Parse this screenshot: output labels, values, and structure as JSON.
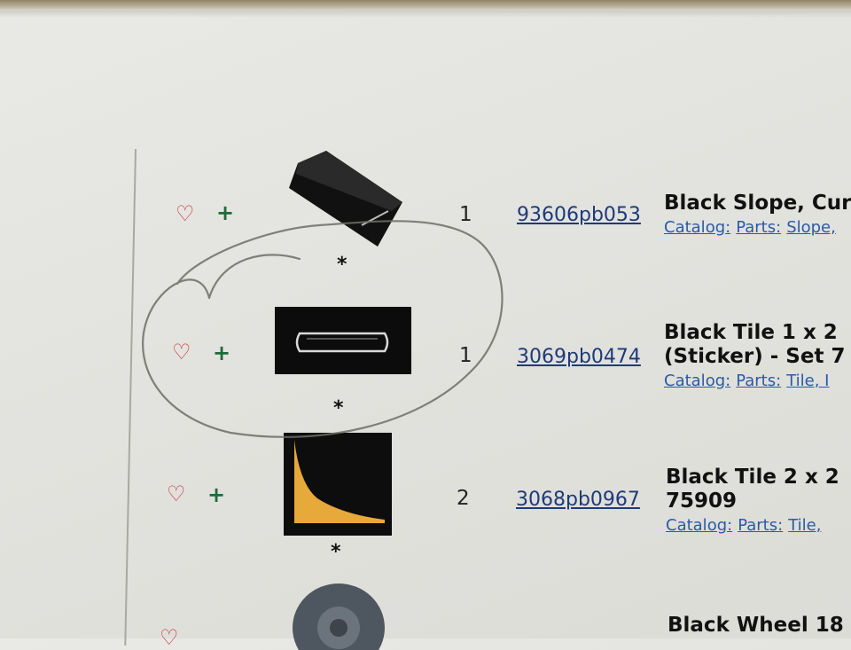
{
  "rows": [
    {
      "qty": "1",
      "part_number": "93606pb053",
      "desc_line1": "Black Slope, Cur",
      "desc_line2": "",
      "catalog": [
        "Catalog:",
        "Parts:",
        "Slope,"
      ],
      "star": "*"
    },
    {
      "qty": "1",
      "part_number": "3069pb0474",
      "desc_line1": "Black Tile 1 x 2",
      "desc_line2": "(Sticker) - Set 7",
      "catalog": [
        "Catalog:",
        "Parts:",
        "Tile, I"
      ],
      "star": "*"
    },
    {
      "qty": "2",
      "part_number": "3068pb0967",
      "desc_line1": "Black Tile 2 x 2",
      "desc_line2": "75909",
      "catalog": [
        "Catalog:",
        "Parts:",
        "Tile,"
      ],
      "star": "*"
    },
    {
      "qty": "",
      "part_number": "",
      "desc_line1": "Black Wheel 18",
      "desc_line2": "",
      "catalog": [],
      "star": ""
    }
  ],
  "icons": {
    "wishlist": "heart-outline-icon",
    "add": "plus-icon"
  },
  "colors": {
    "heart": "#c8373c",
    "plus": "#1d6b3a",
    "link": "#1e3a78",
    "tile_yellow": "#e6a93a"
  }
}
